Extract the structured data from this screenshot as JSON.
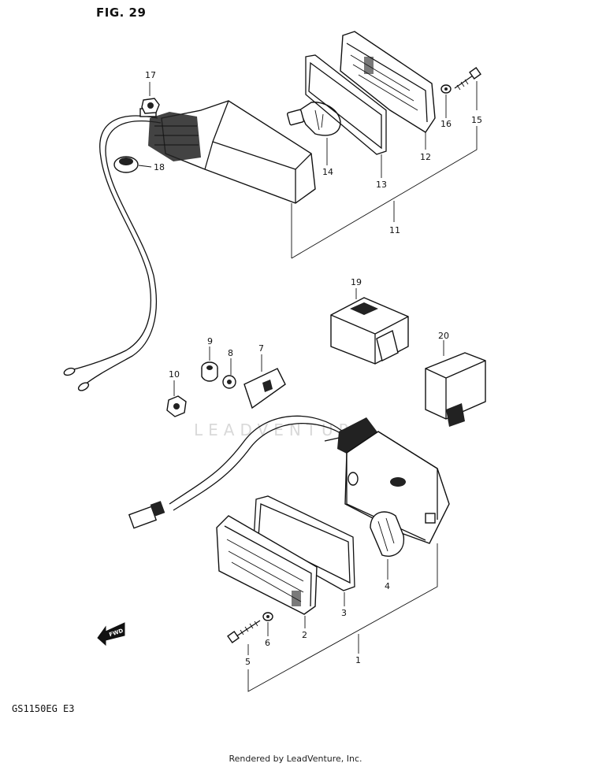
{
  "figure_label": "FIG. 29",
  "model_code": "GS1150EG  E3",
  "footer": "Rendered by LeadVenture, Inc.",
  "watermark": "LEADVENTURE",
  "fwd_label": "FWD",
  "callouts": {
    "c1": "1",
    "c2": "2",
    "c3": "3",
    "c4": "4",
    "c5": "5",
    "c6": "6",
    "c7": "7",
    "c8": "8",
    "c9": "9",
    "c10": "10",
    "c11": "11",
    "c12": "12",
    "c13": "13",
    "c14": "14",
    "c15": "15",
    "c16": "16",
    "c17": "17",
    "c18": "18",
    "c19": "19",
    "c20": "20"
  }
}
